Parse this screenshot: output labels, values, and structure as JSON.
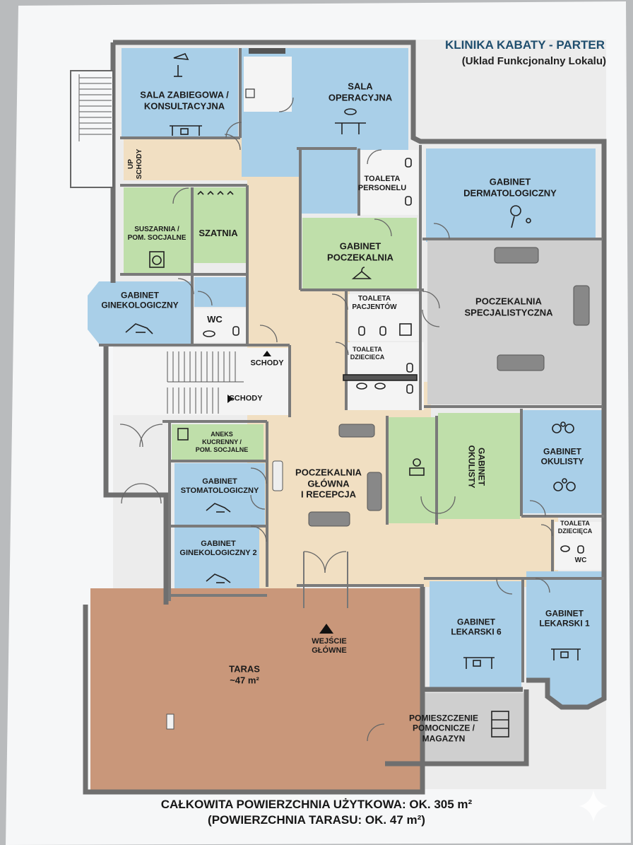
{
  "header": {
    "title": "KLINIKA KABATY - PARTER",
    "subtitle": "(Uklad Funkcjonalny Lokalu)"
  },
  "rooms": {
    "sala_zabiegowa": "SALA ZABIEGOWA /\nKONSULTACYJNA",
    "sala_operacyjna": "SALA\nOPERACYJNA",
    "up_schody": "UP\nSCHODY",
    "toaleta_personelu": "TOALETA\nPERSONELU",
    "gabinet_dermatologiczny": "GABINET\nDERMATOLOGICZNY",
    "suszarnia": "SUSZARNIA /\nPOM. SOCJALNE",
    "szatnia": "SZATNIA",
    "gabinet_poczekalnia": "GABINET\nPOCZEKALNIA",
    "poczekalnia_specjalistyczna": "POCZEKALNIA\nSPECJALISTYCZNA",
    "gabinet_ginekologiczny": "GABINET\nGINEKOLOGICZNY",
    "wc_1": "WC",
    "toaleta_pacjentow": "TOALETA\nPACJENTÓW",
    "toaleta_dziecieca_1": "TOALETA\nDZIECIECA",
    "schody_1": "SCHODY",
    "schody_2": "SCHODY",
    "aneks_kuchenny": "ANEKS\nKUCRENNY /\nPOM. SOCJALNE",
    "gabinet_stomatologiczny": "GABINET\nSTOMATOLOGICZNY",
    "poczekalnia_glowna": "POCZEKALNIA\nGŁÓWNA\nI RECEPCJA",
    "gabinet_okulisty_green": "GABINET\nOKULISTY",
    "gabinet_okulisty_blue": "GABINET\nOKULISTY",
    "toaleta_dziecieca_2": "TOALETA\nDZIECIĘCA",
    "wc_2": "WC",
    "gabinet_ginekologiczny_2": "GABINET\nGINEKOLOGICZNY 2",
    "gabinet_lekarski_6": "GABINET\nLEKARSKI 6",
    "gabinet_lekarski_1": "GABINET\nLEKARSKI 1",
    "wejscie": "WEJŚCIE\nGŁÓWNE",
    "taras": "TARAS\n~47 m²",
    "pomieszczenie": "POMIESZCZENIE\nPOMOCNICZE /\nMAGAZYN"
  },
  "footer": {
    "line1": "CAŁKOWITA POWIERZCHNIA UŻYTKOWA: OK. 305 m²",
    "line2": "(POWIERZCHNIA TARASU: OK. 47 m²)"
  },
  "colors": {
    "clinical_blue": "#a9cfe8",
    "support_green": "#bfdfaa",
    "circulation_beige": "#f1dfc2",
    "waiting_grey": "#cfcfcf",
    "terrace_terracotta": "#c9977a",
    "wall": "#6f6f6f",
    "title_blue": "#1f4e6e"
  }
}
